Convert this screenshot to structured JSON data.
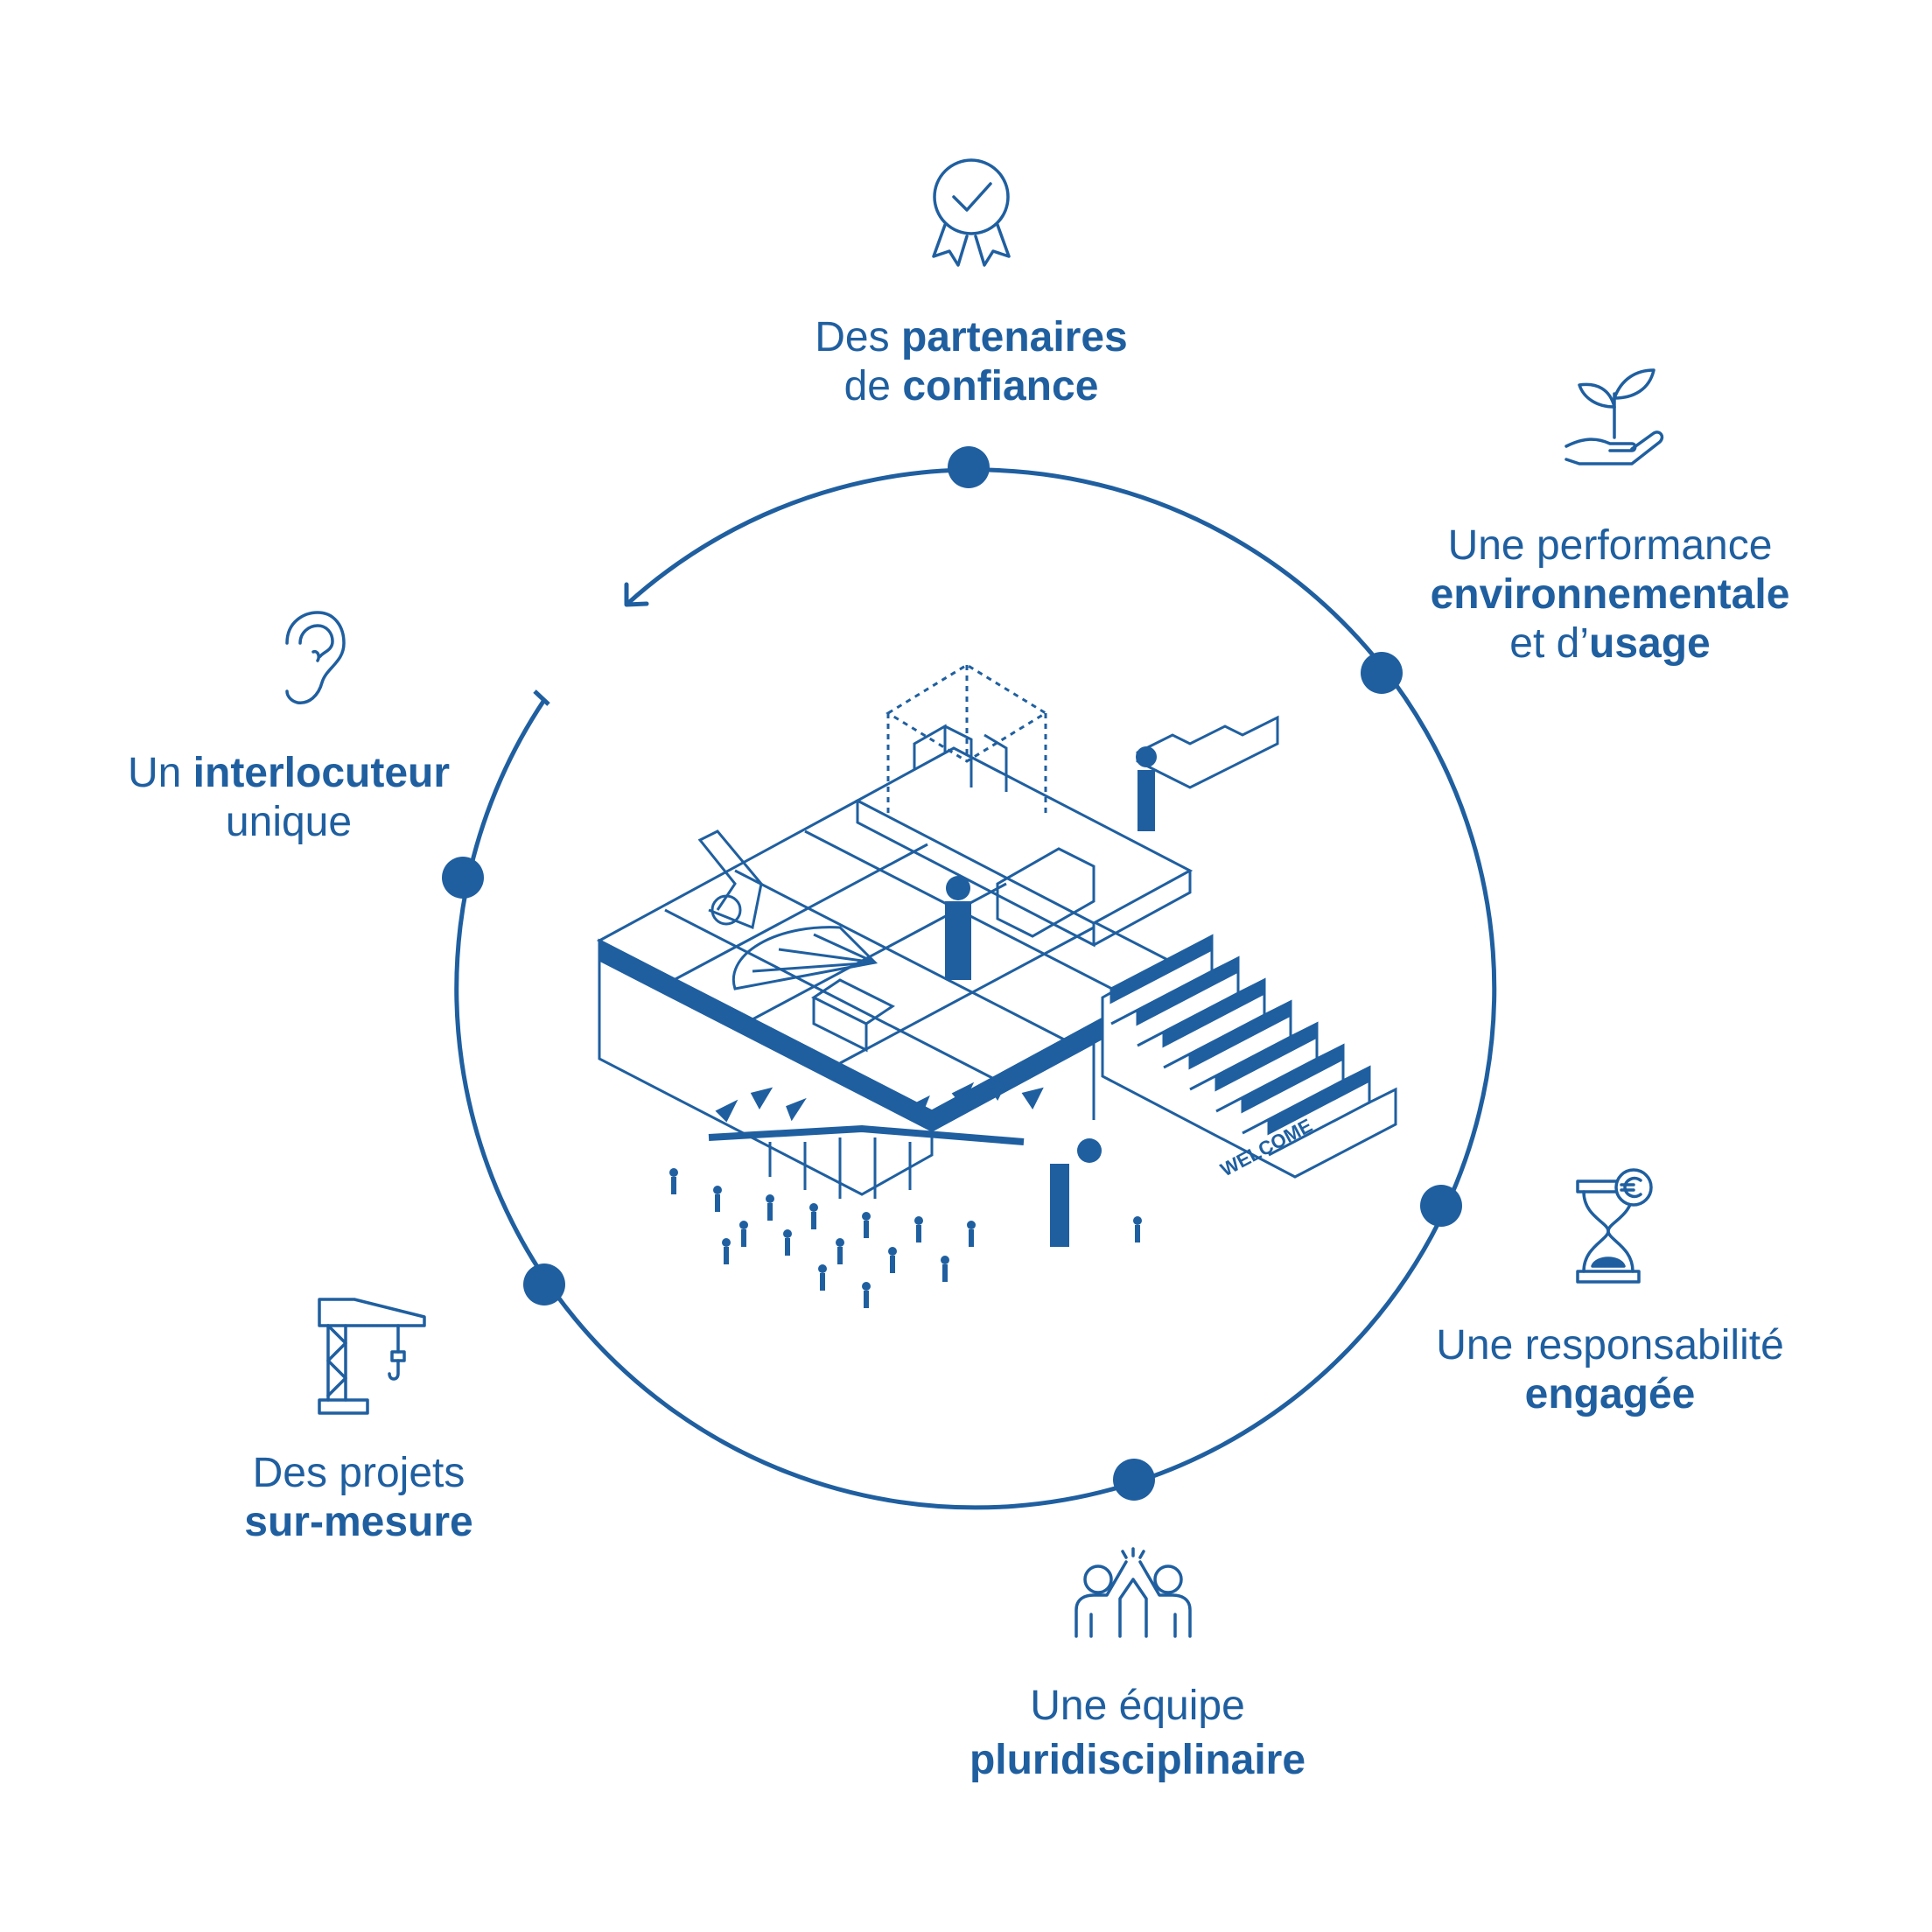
{
  "colors": {
    "primary": "#1f5fa0",
    "background": "#ffffff"
  },
  "center_illustration": {
    "icon": "isometric-building-icon",
    "sign_text": "WELCOME"
  },
  "items": [
    {
      "id": "partenaires",
      "icon": "award-ribbon-icon",
      "line1": {
        "reg": "Des ",
        "bold": "partenaires"
      },
      "line2": {
        "reg": "de ",
        "bold": "confiance"
      }
    },
    {
      "id": "performance",
      "icon": "plant-in-hand-icon",
      "line1": {
        "reg": "Une performance",
        "bold": ""
      },
      "line2": {
        "reg": "",
        "bold": "environnementale"
      },
      "line3": {
        "reg": "et d’",
        "bold": "usage"
      }
    },
    {
      "id": "responsabilite",
      "icon": "hourglass-euro-icon",
      "line1": {
        "reg": "Une responsabilité",
        "bold": ""
      },
      "line2": {
        "reg": "",
        "bold": "engagée"
      }
    },
    {
      "id": "equipe",
      "icon": "high-five-icon",
      "line1": {
        "reg": "Une équipe",
        "bold": ""
      },
      "line2": {
        "reg": "",
        "bold": "pluridisciplinaire"
      }
    },
    {
      "id": "projets",
      "icon": "crane-icon",
      "line1": {
        "reg": "Des projets",
        "bold": ""
      },
      "line2": {
        "reg": "",
        "bold": "sur-mesure"
      }
    },
    {
      "id": "interlocuteur",
      "icon": "ear-icon",
      "line1": {
        "reg": "Un ",
        "bold": "interlocuteur"
      },
      "line2": {
        "reg": "unique",
        "bold": ""
      }
    }
  ]
}
